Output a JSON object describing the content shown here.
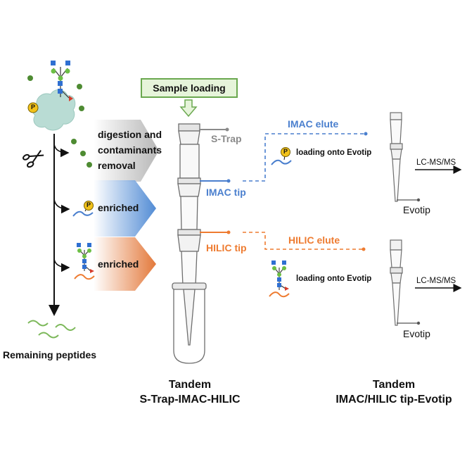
{
  "left_panel": {
    "step1": [
      "digestion and",
      "contaminants",
      "removal"
    ],
    "enriched_label": "enriched",
    "remaining_label": "Remaining peptides"
  },
  "center_panel": {
    "sample_loading": "Sample loading",
    "s_trap_label": "S-Trap",
    "imac_tip_label": "IMAC tip",
    "hilic_tip_label": "HILIC tip",
    "title_line1": "Tandem",
    "title_line2": "S-Trap-IMAC-HILIC"
  },
  "right_panel": {
    "imac_elute": "IMAC elute",
    "hilic_elute": "HILIC elute",
    "loading_onto_evotip": "loading onto Evotip",
    "lcms": "LC-MS/MS",
    "evotip": "Evotip",
    "title_line1": "Tandem",
    "title_line2": "IMAC/HILIC tip-Evotip"
  },
  "glyphs": {
    "phospho": "P"
  },
  "colors": {
    "imac_blue": "#4a7fce",
    "hilic_orange": "#ee7b30",
    "strap_gray": "#8a8a8a",
    "sample_box_border": "#6aa84f",
    "sample_box_fill": "#e6f4da",
    "glycan_blue": "#2f6fd1",
    "glycan_green": "#6cbf45",
    "fucose_red": "#d63b2a",
    "phospho_yellow": "#f2c21a",
    "protein_teal": "#b9dcd4"
  }
}
